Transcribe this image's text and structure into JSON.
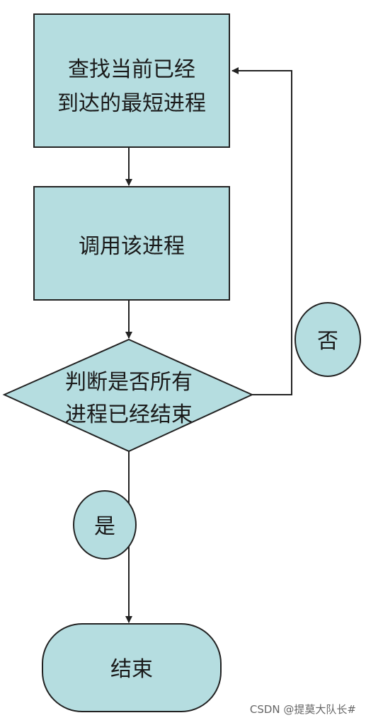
{
  "colors": {
    "node_fill": "#b5dde0",
    "stroke": "#222222"
  },
  "nodes": {
    "find_process": {
      "line1": "查找当前已经",
      "line2": "到达的最短进程"
    },
    "call_process": {
      "label": "调用该进程"
    },
    "decision": {
      "line1": "判断是否所有",
      "line2": "进程已经结束"
    },
    "end": {
      "label": "结束"
    }
  },
  "edge_labels": {
    "no": "否",
    "yes": "是"
  },
  "watermark": "CSDN @提莫大队长#"
}
